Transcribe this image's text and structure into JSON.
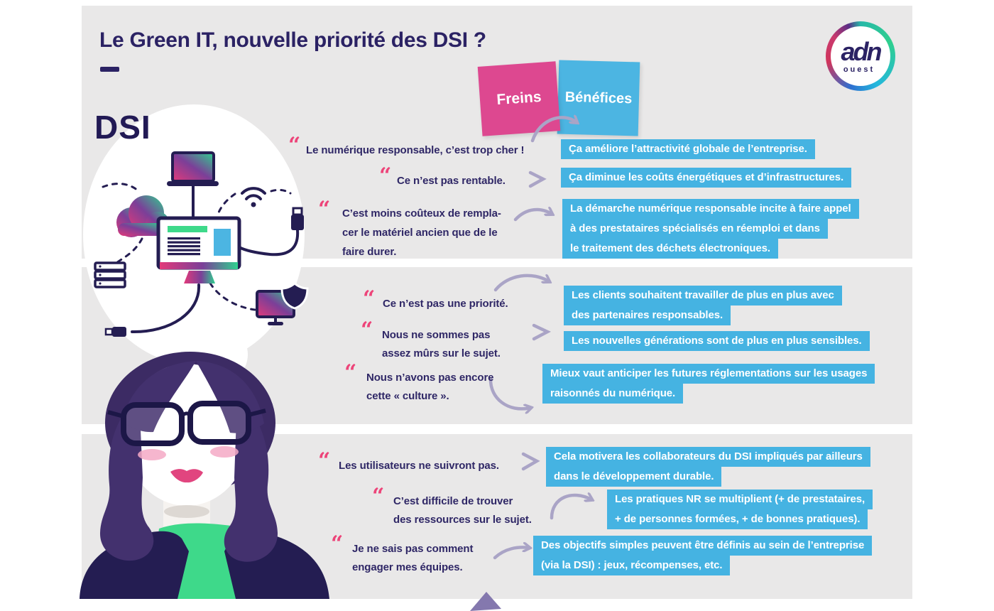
{
  "page": {
    "title": "Le Green IT, nouvelle priorité des DSI ?",
    "dsi_label": "DSI"
  },
  "logo": {
    "name": "adn",
    "region": "ouest"
  },
  "postits": {
    "freins": "Freins",
    "benefices": "Bénéfices"
  },
  "colors": {
    "navy_text": "#2f2766",
    "title_navy": "#2b2264",
    "quote_pink": "#ed4479",
    "answer_blue": "#45b3e2",
    "postit_pink": "#dd4890",
    "postit_blue": "#4cb5e2",
    "band_gray": "#e9e8e8",
    "arrow_lavender": "#aaa4c6",
    "shirt_green": "#3ed98a"
  },
  "quote_mark": "“",
  "sections": [
    {
      "rows": [
        {
          "quote_lines": [
            "Le numérique responsable, c’est trop cher !"
          ],
          "answer_lines": [
            "Ça améliore l’attractivité globale de l’entreprise."
          ]
        },
        {
          "quote_lines": [
            "Ce n’est pas rentable."
          ],
          "answer_lines": [
            "Ça diminue les coûts énergétiques et d’infrastructures."
          ]
        },
        {
          "quote_lines": [
            "C’est moins coûteux de rempla-",
            "cer le matériel ancien que de le",
            "faire durer."
          ],
          "answer_lines": [
            "La démarche numérique responsable incite à faire appel",
            "à des prestataires spécialisés en réemploi et dans",
            "le traitement des déchets électroniques."
          ]
        }
      ]
    },
    {
      "rows": [
        {
          "quote_lines": [
            "Ce n’est pas une priorité."
          ],
          "answer_lines": [
            "Les clients souhaitent travailler de plus en plus avec",
            "des partenaires responsables."
          ]
        },
        {
          "quote_lines": [
            "Nous ne sommes pas",
            "assez mûrs sur le sujet."
          ],
          "answer_lines": [
            "Les nouvelles générations sont de plus en plus sensibles."
          ]
        },
        {
          "quote_lines": [
            "Nous n’avons pas encore",
            "cette « culture »."
          ],
          "answer_lines": [
            "Mieux vaut anticiper les futures réglementations sur les usages",
            "raisonnés du numérique."
          ]
        }
      ]
    },
    {
      "rows": [
        {
          "quote_lines": [
            "Les utilisateurs ne suivront pas."
          ],
          "answer_lines": [
            "Cela motivera les collaborateurs du DSI impliqués par ailleurs",
            "dans le développement durable."
          ]
        },
        {
          "quote_lines": [
            "C’est difficile de trouver",
            "des ressources sur le sujet."
          ],
          "answer_lines": [
            "Les pratiques NR se multiplient (+ de prestataires,",
            "+ de personnes formées, + de bonnes pratiques)."
          ]
        },
        {
          "quote_lines": [
            "Je ne sais pas comment",
            "engager mes équipes."
          ],
          "answer_lines": [
            "Des objectifs simples peuvent être définis au sein de l’entreprise",
            "(via la DSI) : jeux, récompenses, etc."
          ]
        }
      ]
    }
  ]
}
